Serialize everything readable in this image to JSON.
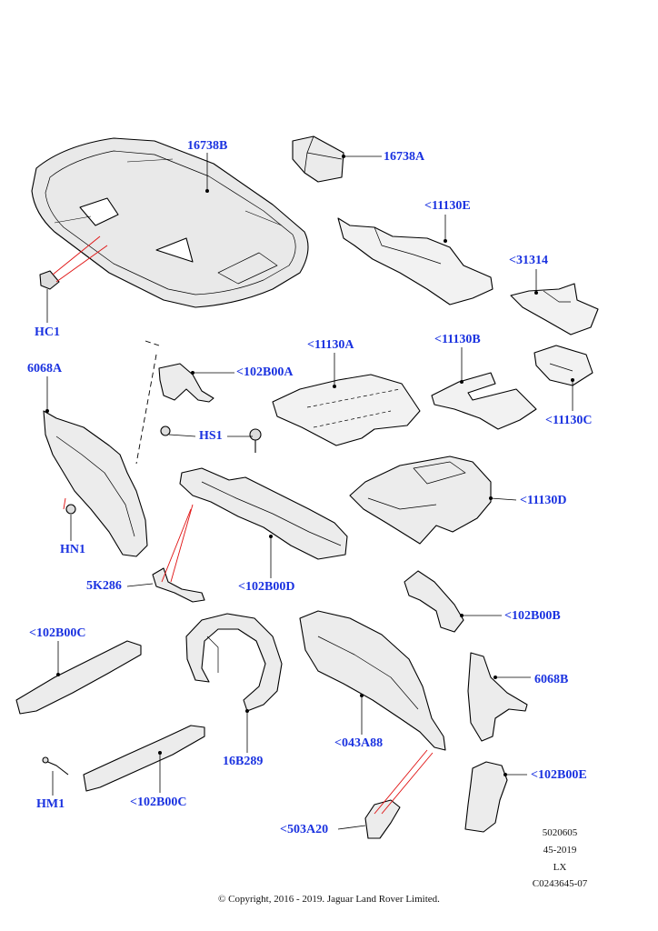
{
  "labels": {
    "l16738B": "16738B",
    "l16738A": "16738A",
    "l11130E": "<11130E",
    "l31314": "<31314",
    "lHC1": "HC1",
    "l6068A": "6068A",
    "l102B00A": "<102B00A",
    "l11130A": "<11130A",
    "l11130B": "<11130B",
    "l11130C": "<11130C",
    "lHS1": "HS1",
    "lHN1": "HN1",
    "l11130D": "<11130D",
    "l5K286": "5K286",
    "l102B00D": "<102B00D",
    "l102B00B": "<102B00B",
    "l102B00C_top": "<102B00C",
    "l6068B": "6068B",
    "l043A88": "<043A88",
    "l16B289": "16B289",
    "l102B00E": "<102B00E",
    "lHM1": "HM1",
    "l102B00C_bottom": "<102B00C",
    "l503A20": "<503A20"
  },
  "meta": {
    "line1": "5020605",
    "line2": "45-2019",
    "line3": "LX",
    "line4": "C0243645-07"
  },
  "copyright": "© Copyright, 2016 - 2019. Jaguar Land Rover Limited."
}
